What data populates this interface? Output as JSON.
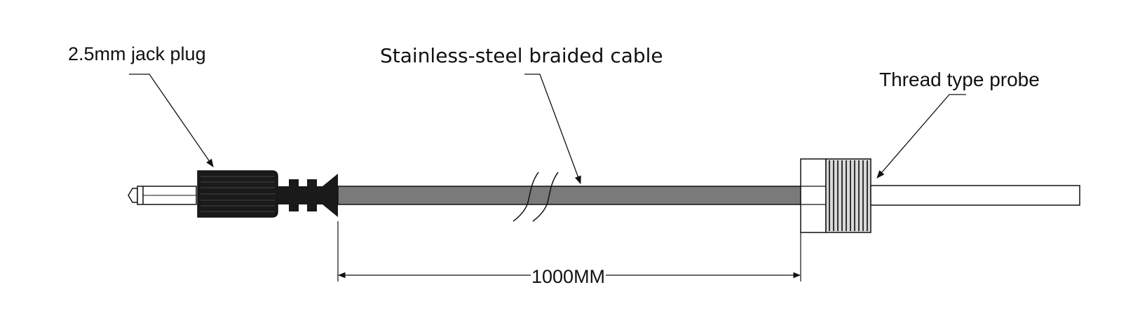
{
  "labels": {
    "jack_plug": "2.5mm jack plug",
    "cable": "Stainless-steel braided cable",
    "probe": "Thread type probe",
    "length": "1000MM"
  },
  "colors": {
    "line": "#111111",
    "cable_fill": "#7a7a7a",
    "housing_fill": "#1a1a1a",
    "background": "#ffffff"
  }
}
